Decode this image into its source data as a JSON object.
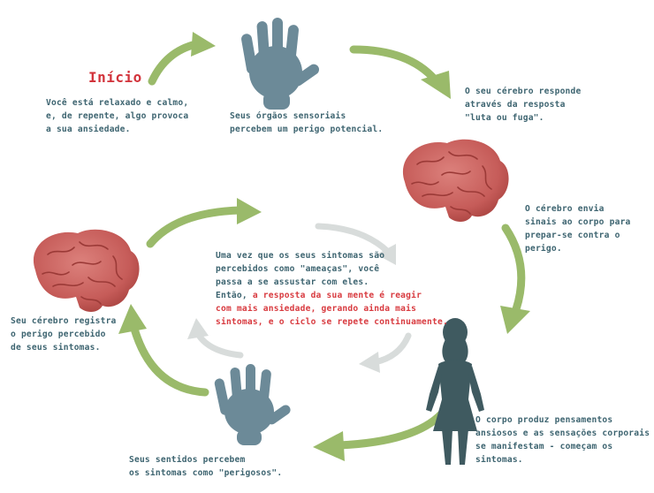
{
  "colors": {
    "arrow_green": "#9aba6a",
    "arrow_gray": "#d8dcdb",
    "brain": "#c9625f",
    "hand": "#6c8a98",
    "woman": "#3f5a60",
    "text": "#3d6470",
    "highlight": "#d83a3f"
  },
  "icons": {
    "hand_top": "hand-icon",
    "hand_bottom": "hand-icon",
    "brain_right": "brain-icon",
    "brain_left": "brain-icon",
    "woman": "woman-silhouette-icon"
  },
  "start": {
    "title": "Início",
    "text": "Você está relaxado e calmo,\ne, de repente, algo provoca\na sua ansiedade."
  },
  "steps": {
    "senses": "Seus órgãos sensoriais\npercebem um perigo potencial.",
    "brain_response": "O seu cérebro responde\natravés da resposta\n\"luta ou fuga\".",
    "brain_signals": "O cérebro envia\nsinais ao corpo para\nprepar-se contra o perigo.",
    "body": "O corpo produz pensamentos\nansiosos e as sensações corporais\nse manifestam - começam os sintomas.",
    "senses_symptoms": "Seus sentidos percebem\nos sintomas como \"perigosos\".",
    "brain_registers": "Seu cérebro registra\no perigo percebido\nde seus sintomas."
  },
  "center": {
    "line1": "Uma vez que os seus sintomas são",
    "line2": "percebidos como \"ameaças\", você",
    "line3": "passa a se assustar com eles.",
    "line4_plain": "Então, ",
    "line4_red": "a resposta da sua mente é reagir",
    "line5_red": "com mais ansiedade, gerando ainda mais",
    "line6_red": "sintomas, e o ciclo se repete continuamente."
  }
}
